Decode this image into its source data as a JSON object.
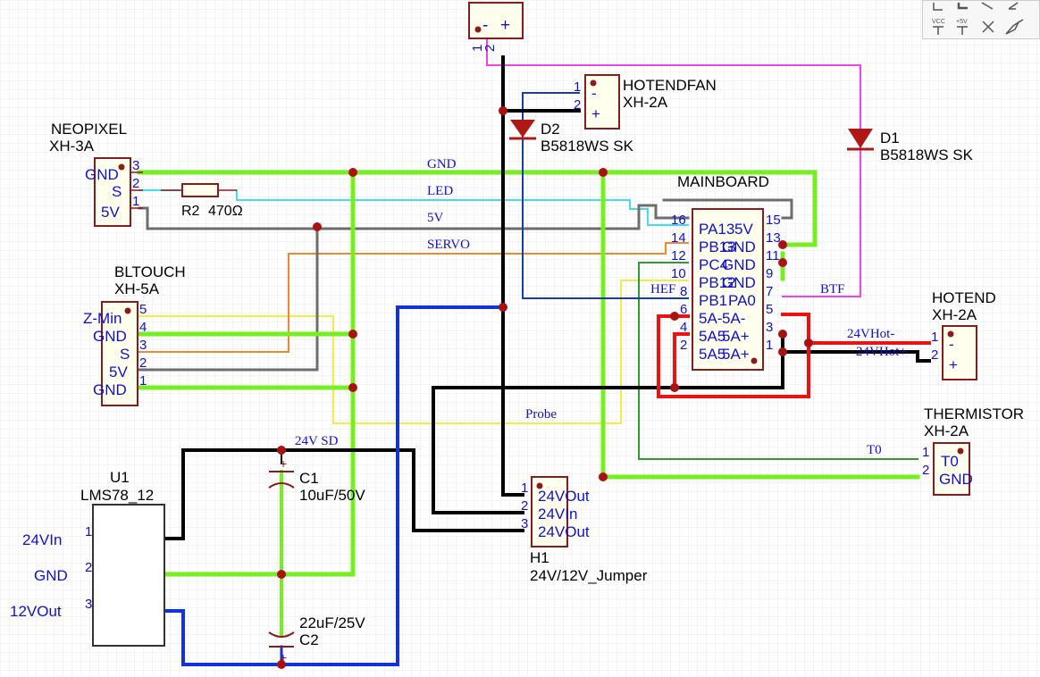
{
  "toolbar": {
    "icons": [
      "wire-icon",
      "bus-icon",
      "line-icon",
      "edit-icon",
      "vcc-icon",
      "plus5v-icon",
      "no-connect-icon",
      "probe-icon"
    ],
    "vcc_label": "VCC",
    "plus5v_label": "+5V"
  },
  "power_connector": {
    "pin1": "1",
    "pin2": "2",
    "minus": "-",
    "plus": "+"
  },
  "neopixel": {
    "name": "NEOPIXEL",
    "type": "XH-3A",
    "pins": [
      {
        "num": "3",
        "label": "GND"
      },
      {
        "num": "2",
        "label": "S"
      },
      {
        "num": "1",
        "label": "5V"
      }
    ]
  },
  "bltouch": {
    "name": "BLTOUCH",
    "type": "XH-5A",
    "pins": [
      {
        "num": "5",
        "label": "Z-Min"
      },
      {
        "num": "4",
        "label": "GND"
      },
      {
        "num": "3",
        "label": "S"
      },
      {
        "num": "2",
        "label": "5V"
      },
      {
        "num": "1",
        "label": "GND"
      }
    ]
  },
  "hotendfan": {
    "name": "HOTENDFAN",
    "type": "XH-2A",
    "pin1": "1",
    "pin2": "2",
    "minus": "-",
    "plus": "+"
  },
  "hotend": {
    "name": "HOTEND",
    "type": "XH-2A",
    "pin1": "1",
    "pin2": "2",
    "minus": "-",
    "plus": "+"
  },
  "thermistor": {
    "name": "THERMISTOR",
    "type": "XH-2A",
    "pin1": "1",
    "pin2": "2",
    "label1": "T0",
    "label2": "GND"
  },
  "d1": {
    "ref": "D1",
    "value": "B5818WS SK"
  },
  "d2": {
    "ref": "D2",
    "value": "B5818WS SK"
  },
  "r2": {
    "ref": "R2",
    "value": "470Ω"
  },
  "mainboard": {
    "name": "MAINBOARD",
    "left_nums": [
      "16",
      "14",
      "12",
      "10",
      "8",
      "6",
      "4",
      "2"
    ],
    "left_labels": [
      "PA13",
      "PB13",
      "PC4",
      "PB12",
      "PB1",
      "5A-",
      "5A5",
      "5A5"
    ],
    "right_nums": [
      "15",
      "13",
      "11",
      "9",
      "7",
      "5",
      "3",
      "1"
    ],
    "right_labels": [
      "5V",
      "GND",
      "GND",
      "GND",
      "PA0",
      "5A-",
      "5A+",
      "5A+"
    ]
  },
  "u1": {
    "ref": "U1",
    "value": "LMS78_12",
    "pins": [
      {
        "num": "1",
        "label": "24VIn"
      },
      {
        "num": "2",
        "label": "GND"
      },
      {
        "num": "3",
        "label": "12VOut"
      }
    ]
  },
  "c1": {
    "ref": "C1",
    "value": "10uF/50V",
    "plus": "+"
  },
  "c2": {
    "ref": "C2",
    "value": "22uF/25V",
    "plus": "+"
  },
  "h1": {
    "ref": "H1",
    "value": "24V/12V_Jumper",
    "pins": [
      {
        "num": "1",
        "label": "24VOut"
      },
      {
        "num": "2",
        "label": "24VIn"
      },
      {
        "num": "3",
        "label": "24VOut"
      }
    ]
  },
  "nets": {
    "gnd": "GND",
    "led": "LED",
    "v5": "5V",
    "servo": "SERVO",
    "hef": "HEF",
    "btf": "BTF",
    "probe": "Probe",
    "v24sd": "24V SD",
    "hot_minus": "24VHot-",
    "hot_plus": "24VHot+",
    "t0": "T0"
  },
  "colors": {
    "gnd": "#77ee22",
    "v5": "#6d6d6d",
    "led": "#44ddee",
    "servo": "#ee8833",
    "probe": "#eeee44",
    "btf": "#ee44ee",
    "hef": "#1a3ab0",
    "t0": "#339933",
    "v24": "#000000",
    "v12": "#1133dd",
    "hot": "#ee1111",
    "component": "#8b1a1a",
    "pin_text": "#1010cc"
  }
}
